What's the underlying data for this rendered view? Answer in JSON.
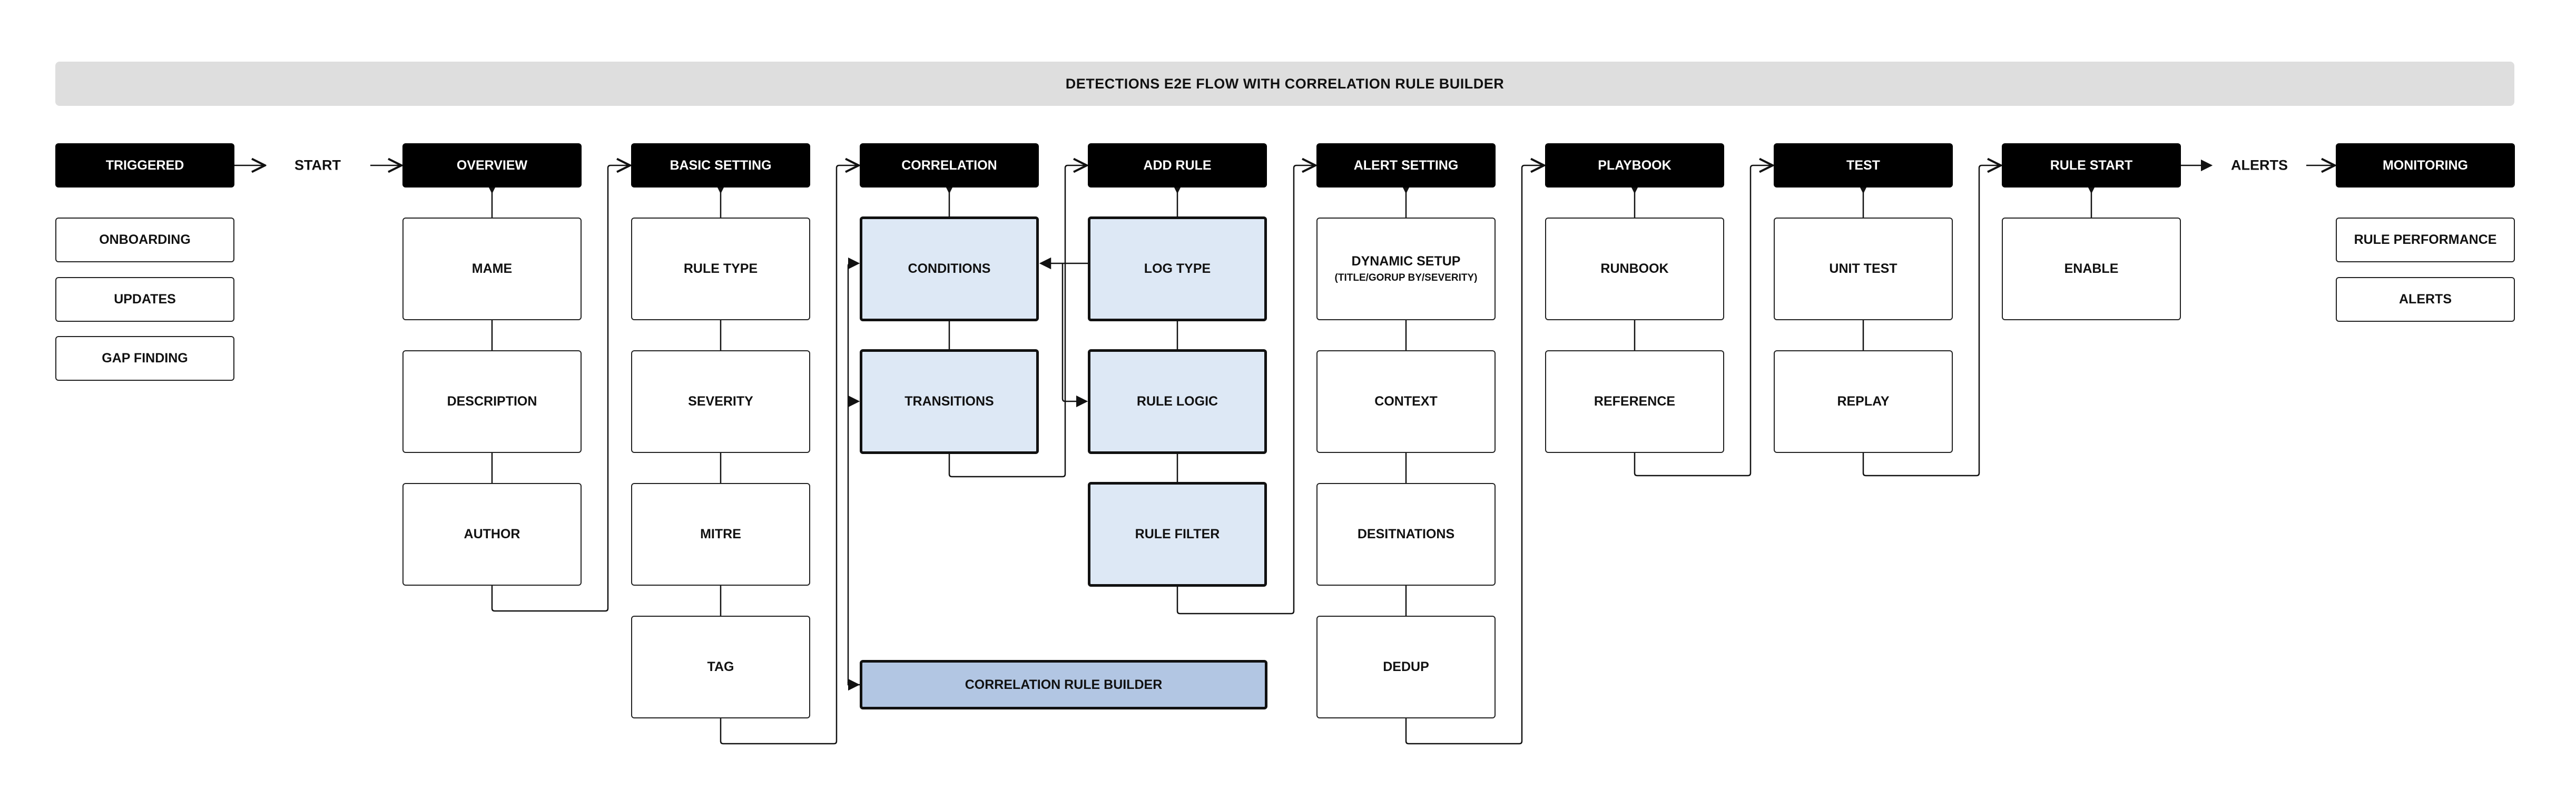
{
  "title": "DETECTIONS E2E FLOW WITH CORRELATION RULE BUILDER",
  "start_label": "START",
  "alerts_label": "ALERTS",
  "headers": {
    "triggered": "TRIGGERED",
    "overview": "OVERVIEW",
    "basic_setting": "BASIC SETTING",
    "correlation": "CORRELATION",
    "add_rule": "ADD RULE",
    "alert_setting": "ALERT SETTING",
    "playbook": "PLAYBOOK",
    "test": "TEST",
    "rule_start": "RULE START",
    "monitoring": "MONITORING"
  },
  "triggered_items": [
    "ONBOARDING",
    "UPDATES",
    "GAP FINDING"
  ],
  "overview_items": [
    "MAME",
    "DESCRIPTION",
    "AUTHOR"
  ],
  "basic_setting_items": [
    "RULE TYPE",
    "SEVERITY",
    "MITRE",
    "TAG"
  ],
  "correlation_items": [
    "CONDITIONS",
    "TRANSITIONS"
  ],
  "add_rule_items": [
    "LOG TYPE",
    "RULE LOGIC",
    "RULE FILTER"
  ],
  "correlation_rule_builder": "CORRELATION RULE BUILDER",
  "alert_setting_items": [
    {
      "label": "DYNAMIC SETUP",
      "sub": "(TITLE/GORUP BY/SEVERITY)"
    },
    {
      "label": "CONTEXT"
    },
    {
      "label": "DESITNATIONS"
    },
    {
      "label": "DEDUP"
    }
  ],
  "playbook_items": [
    "RUNBOOK",
    "REFERENCE"
  ],
  "test_items": [
    "UNIT TEST",
    "REPLAY"
  ],
  "rule_start_items": [
    "ENABLE"
  ],
  "monitoring_items": [
    "RULE PERFORMANCE",
    "ALERTS"
  ]
}
